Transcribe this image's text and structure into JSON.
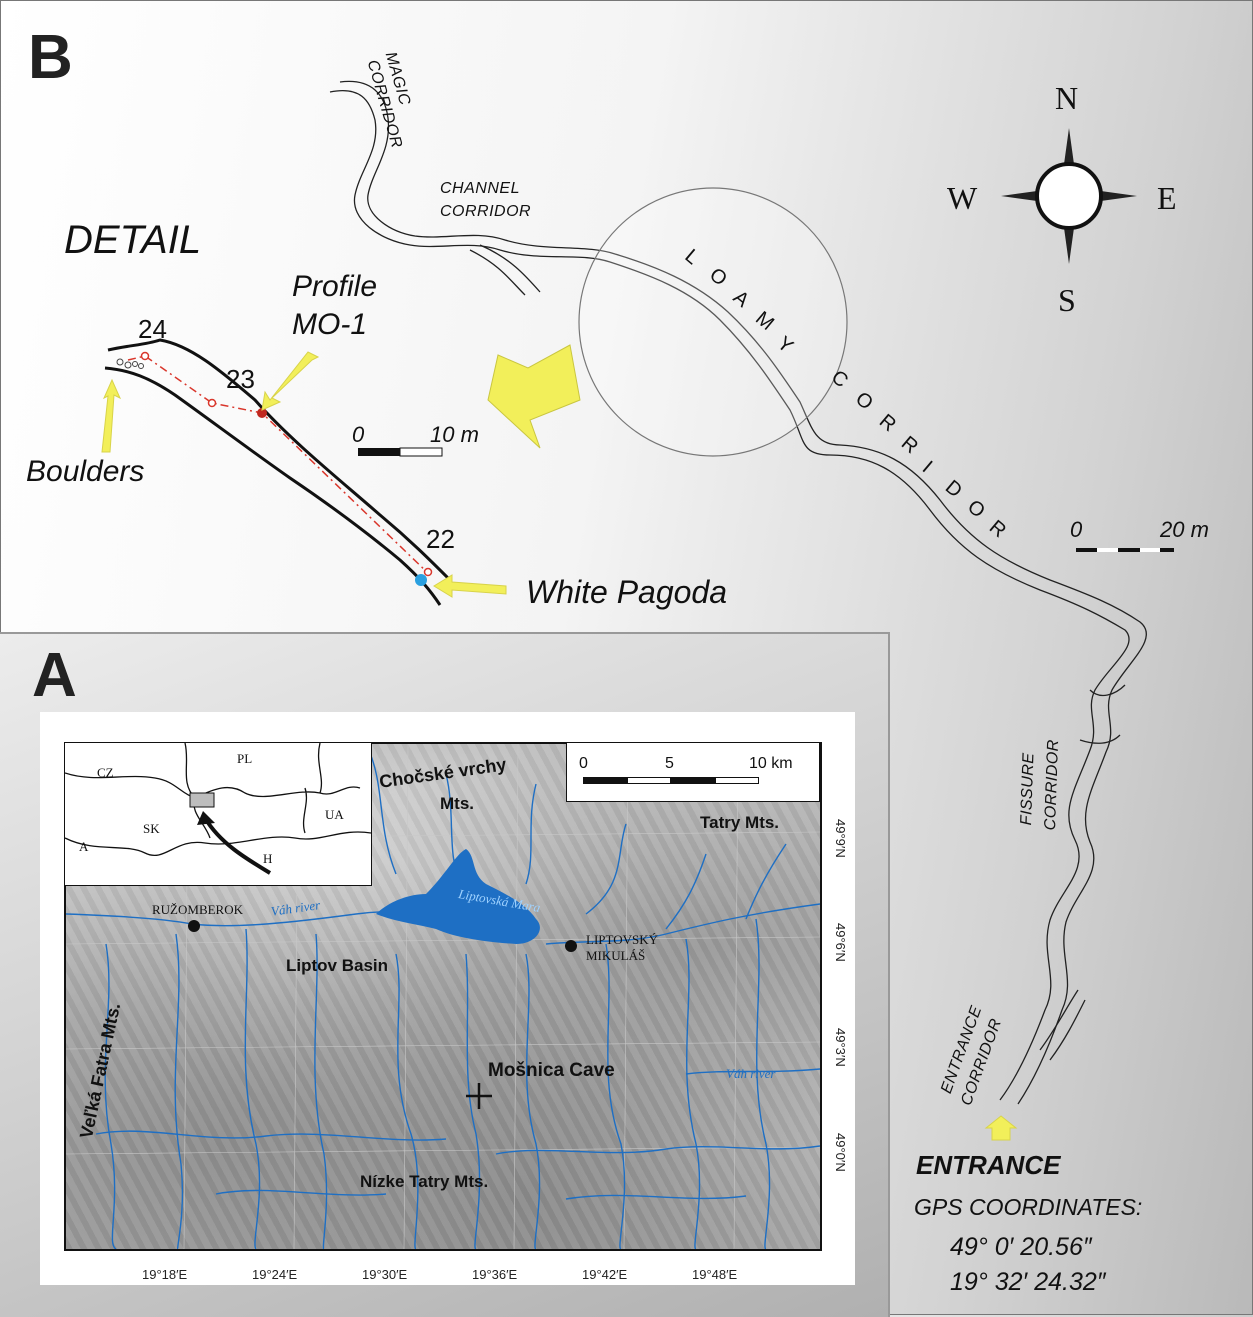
{
  "panel_b": {
    "letter": "B",
    "detail_title": "DETAIL",
    "profile_label_1": "Profile",
    "profile_label_2": "MO-1",
    "boulders": "Boulders",
    "white_pagoda": "White Pagoda",
    "stations": [
      "24",
      "23",
      "22"
    ],
    "detail_scale": {
      "start": "0",
      "end": "10 m"
    },
    "main_scale": {
      "start": "0",
      "end": "20 m"
    },
    "magic_corridor": [
      "MAGIC",
      "CORRIDOR"
    ],
    "channel_corridor": [
      "CHANNEL",
      "CORRIDOR"
    ],
    "loamy_corridor_letters": [
      "L",
      "O",
      "A",
      "M",
      "Y",
      "C",
      "O",
      "R",
      "R",
      "I",
      "D",
      "O",
      "R"
    ],
    "fissure_corridor": [
      "FISSURE",
      "CORRIDOR"
    ],
    "entrance_corridor": [
      "ENTRANCE",
      "CORRIDOR"
    ],
    "entrance": "ENTRANCE",
    "gps_title": "GPS COORDINATES:",
    "gps_lat": "49°   0′ 20.56″",
    "gps_lon": "19° 32′ 24.32″",
    "compass": {
      "n": "N",
      "s": "S",
      "e": "E",
      "w": "W"
    }
  },
  "panel_a": {
    "letter": "A",
    "inset_countries": [
      "CZ",
      "PL",
      "SK",
      "UA",
      "A",
      "H"
    ],
    "scale": {
      "t0": "0",
      "t5": "5",
      "t10": "10 km"
    },
    "labels": {
      "chocske": "Chočské vrchy",
      "chocske_mts": "Mts.",
      "tatry": "Tatry Mts.",
      "ruzomberok": "RUŽOMBEROK",
      "vah1": "Váh river",
      "vah2": "Váh river",
      "liptovska_mara": "Liptovská Mara",
      "liptovsky": "LIPTOVSKÝ",
      "mikulas": "MIKULÁŠ",
      "liptov_basin": "Liptov Basin",
      "velka_fatra": "Veľká Fatra Mts.",
      "mosnica_cave": "Mošnica Cave",
      "nizke_tatry": "Nízke Tatry Mts."
    },
    "lon_ticks": [
      "19°18′E",
      "19°24′E",
      "19°30′E",
      "19°36′E",
      "19°42′E",
      "19°48′E"
    ],
    "lat_ticks": [
      "49°9′N",
      "49°6′N",
      "49°3′N",
      "49°0′N"
    ]
  },
  "colors": {
    "water": "#1e6fc4",
    "arrow": "#f2ef5a",
    "red_line": "#d9362b",
    "frame": "#777777"
  }
}
